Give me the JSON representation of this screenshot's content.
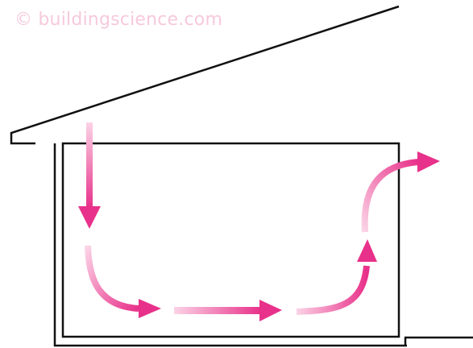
{
  "watermark": {
    "text": "© buildingscience.com",
    "color": "#f6c9dc"
  },
  "colors": {
    "structure": "#111111",
    "airflow": "#e8318a",
    "airflow_fade": "#fbd3e6",
    "background": "#ffffff"
  },
  "diagram": {
    "subject": "air-flow-path-through-room",
    "arrows": [
      {
        "name": "downward-entry-arrow",
        "direction": "down"
      },
      {
        "name": "corner-curve-arrow",
        "direction": "right"
      },
      {
        "name": "floor-level-arrow",
        "direction": "right"
      },
      {
        "name": "rising-curve-arrow",
        "direction": "up"
      },
      {
        "name": "exit-arrow",
        "direction": "right"
      }
    ]
  }
}
